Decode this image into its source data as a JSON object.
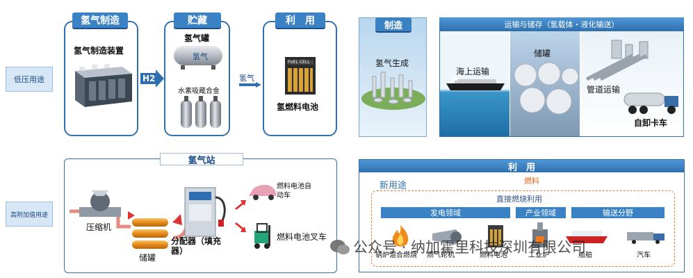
{
  "side_labels": {
    "low": "低压用途",
    "high": "高附加值用途"
  },
  "top_left": {
    "tab_make": "氢气制造",
    "tab_store": "贮藏",
    "tab_use": "利　用",
    "device_label": "氢气制造装置",
    "h2_arrow": "H2",
    "tank_title": "氢气罐",
    "tank_text": "氢气",
    "alloy_label": "水素吸蔵合金",
    "h2_small_arrow": "氢气",
    "fuel_cell_sign": "FUEL CELL",
    "fuel_cell_label": "氢燃料电池"
  },
  "top_right": {
    "tab_make": "制造",
    "tab_transport": "运输与储存（氢载体・液化输送）",
    "gen_label": "氢气生成",
    "sea_label": "海上运输",
    "tank_label": "储罐",
    "pipe_label": "管道运输",
    "truck_label": "自卸卡车"
  },
  "bottom_left": {
    "station_tab": "氢气站",
    "compressor_label": "压缩机",
    "storage_label": "储罐",
    "dispenser_label": "分配器（填充器）",
    "car_label": "燃料电池自动车",
    "forklift_label": "燃料电池叉车"
  },
  "bottom_right": {
    "tab_use": "利　用",
    "new_use": "新用途",
    "fuel": "燃料",
    "direct_burn": "直接燃烧利用",
    "power": "发电领域",
    "industry": "产业领域",
    "transport": "输送分野",
    "items": [
      "锅炉混合燃烧",
      "燃气轮机",
      "燃料电池",
      "工业炉",
      "船舶",
      "汽车"
    ]
  },
  "watermark": "公众号 · 纳加霍里科技深圳有限公司"
}
